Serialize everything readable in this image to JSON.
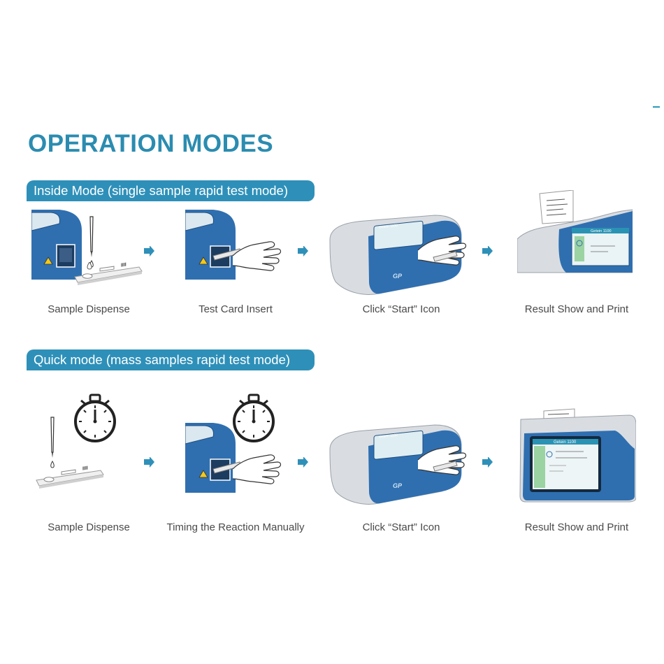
{
  "page": {
    "title": "OPERATION MODES",
    "accent_color": "#2b8cb0",
    "banner_color": "#2e90b9"
  },
  "modes": [
    {
      "label": "Inside Mode (single sample rapid test mode)",
      "steps": [
        {
          "label": "Sample Dispense",
          "icon": "pipette-test-card"
        },
        {
          "label": "Test Card Insert",
          "icon": "hand-insert-card"
        },
        {
          "label": "Click “Start” Icon",
          "icon": "analyzer-touch"
        },
        {
          "label": "Result Show and Print",
          "icon": "printer-result"
        }
      ]
    },
    {
      "label": "Quick mode (mass samples rapid test mode)",
      "steps": [
        {
          "label": "Sample Dispense",
          "icon": "pipette-stopwatch"
        },
        {
          "label": "Timing the Reaction Manually",
          "icon": "stopwatch-insert-card"
        },
        {
          "label": "Click “Start” Icon",
          "icon": "analyzer-touch"
        },
        {
          "label": "Result Show and Print",
          "icon": "analyzer-result-screen"
        }
      ]
    }
  ],
  "device": {
    "screen_title": "Getein 1100",
    "logo": "GP"
  }
}
